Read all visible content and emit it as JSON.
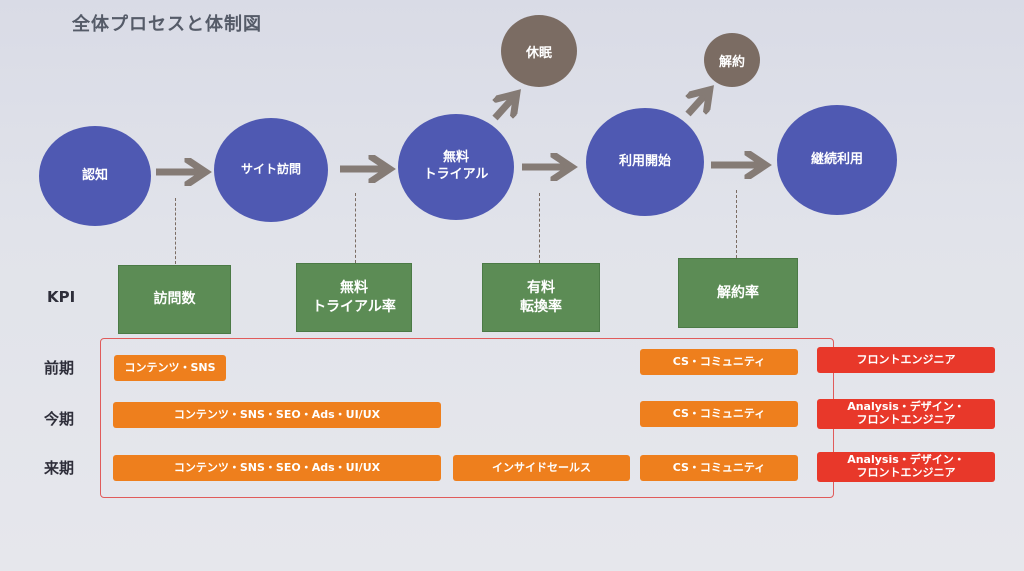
{
  "title": "全体プロセスと体制図",
  "stages": [
    {
      "label": "認知"
    },
    {
      "label": "サイト訪問"
    },
    {
      "label": "無料\nトライアル"
    },
    {
      "label": "利用開始"
    },
    {
      "label": "継続利用"
    }
  ],
  "branches": [
    {
      "label": "休眠"
    },
    {
      "label": "解約"
    }
  ],
  "kpi": {
    "row_label": "KPI",
    "boxes": [
      {
        "label": "訪問数"
      },
      {
        "label": "無料\nトライアル率"
      },
      {
        "label": "有料\n転換率"
      },
      {
        "label": "解約率"
      }
    ]
  },
  "rows": [
    {
      "label": "前期",
      "bars": [
        {
          "text": "コンテンツ・SNS",
          "color": "orange"
        },
        {
          "text": "CS・コミュニティ",
          "color": "orange"
        },
        {
          "text": "フロントエンジニア",
          "color": "red"
        }
      ]
    },
    {
      "label": "今期",
      "bars": [
        {
          "text": "コンテンツ・SNS・SEO・Ads・UI/UX",
          "color": "orange"
        },
        {
          "text": "CS・コミュニティ",
          "color": "orange"
        },
        {
          "text": "Analysis・デザイン・\nフロントエンジニア",
          "color": "red"
        }
      ]
    },
    {
      "label": "来期",
      "bars": [
        {
          "text": "コンテンツ・SNS・SEO・Ads・UI/UX",
          "color": "orange"
        },
        {
          "text": "インサイドセールス",
          "color": "orange"
        },
        {
          "text": "CS・コミュニティ",
          "color": "orange"
        },
        {
          "text": "Analysis・デザイン・\nフロントエンジニア",
          "color": "red"
        }
      ]
    }
  ],
  "colors": {
    "stage_circle": "#4f59b2",
    "branch_circle": "#7b6c63",
    "kpi_box": "#5c8c55",
    "orange_bar": "#ee7f1d",
    "red_bar": "#e8382a",
    "arrow": "#857b75"
  }
}
